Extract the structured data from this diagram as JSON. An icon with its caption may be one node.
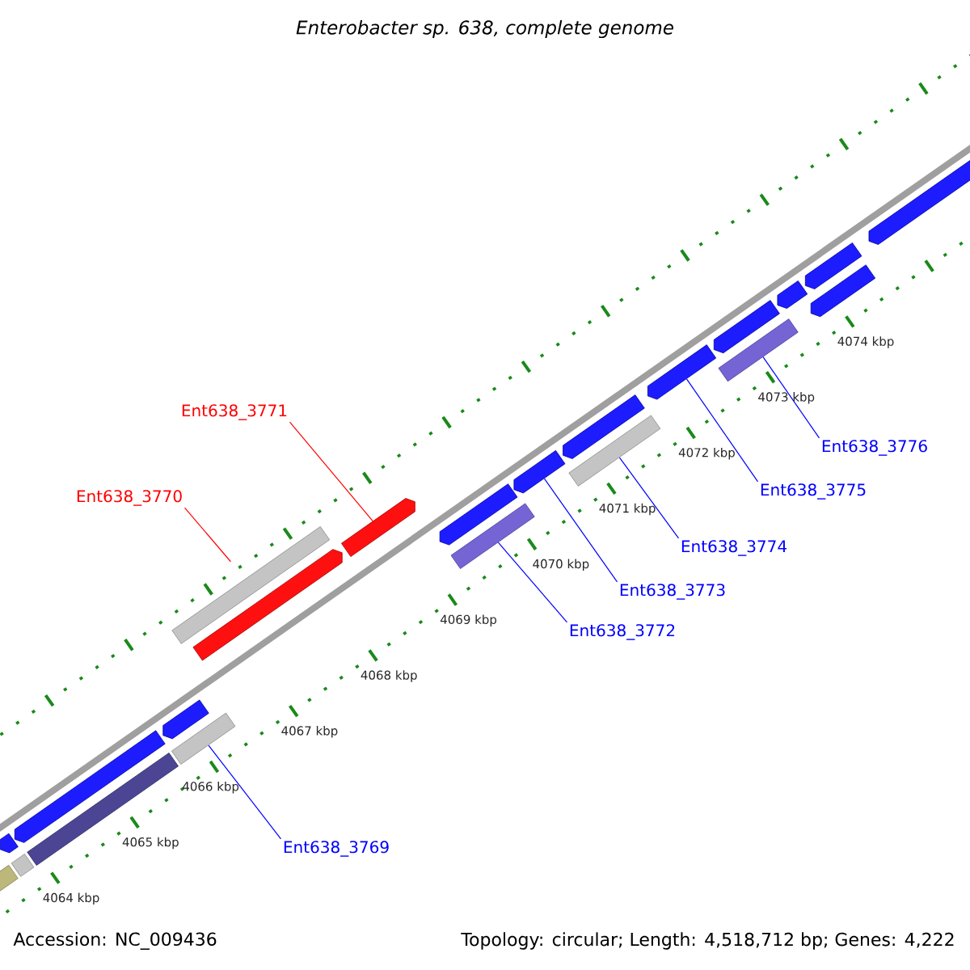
{
  "diagram": {
    "title": "Enterobacter sp. 638, complete genome",
    "nodes": [
      {
        "text": [
          "Ent638_3769"
        ]
      },
      {
        "text": [
          "Ent638_3770"
        ]
      },
      {
        "text": [
          "Ent638_3771"
        ]
      },
      {
        "text": [
          "Ent638_3772"
        ]
      },
      {
        "text": [
          "Ent638_3773"
        ]
      },
      {
        "text": [
          "Ent638_3774"
        ]
      },
      {
        "text": [
          "Ent638_3775"
        ]
      },
      {
        "text": [
          "Ent638_3776"
        ]
      },
      {
        "text": [],
        "shape": "bar"
      },
      {
        "text": [],
        "shape": "bar"
      },
      {
        "text": [],
        "shape": "bar"
      },
      {
        "text": [],
        "shape": "bar"
      },
      {
        "text": [],
        "shape": "bar"
      },
      {
        "text": [],
        "shape": "bar"
      },
      {
        "text": [],
        "shape": "bar"
      },
      {
        "text": [],
        "shape": "bar"
      },
      {
        "text": [],
        "shape": "bar"
      },
      {
        "text": [],
        "shape": "bar"
      },
      {
        "text": [],
        "shape": "bar"
      },
      {
        "text": [],
        "shape": "bar"
      },
      {
        "text": [],
        "shape": "bar"
      },
      {
        "text": [],
        "shape": "bar"
      },
      {
        "text": [],
        "shape": "bar"
      },
      {
        "text": [],
        "shape": "bar"
      },
      {
        "text": [],
        "shape": "bar"
      },
      {
        "text": [],
        "shape": "bar"
      },
      {
        "text": [],
        "shape": "bar"
      },
      {
        "text": [],
        "shape": "bar"
      },
      {
        "text": [],
        "shape": "bar"
      },
      {
        "text": [],
        "shape": "bar"
      }
    ],
    "edges": [
      {
        "from": 0,
        "to": 13,
        "arrow": "none"
      },
      {
        "from": 1,
        "to": 16,
        "arrow": "none",
        "color": "#ff0000"
      },
      {
        "from": 2,
        "to": 17,
        "arrow": "none",
        "color": "#ff0000"
      },
      {
        "from": 3,
        "to": 18,
        "arrow": "none"
      },
      {
        "from": 4,
        "to": 20,
        "arrow": "none"
      },
      {
        "from": 5,
        "to": 21,
        "arrow": "none"
      },
      {
        "from": 6,
        "to": 23,
        "arrow": "none"
      },
      {
        "from": 7,
        "to": 24,
        "arrow": "none"
      }
    ],
    "labels": [
      "4074 kbp",
      "4073 kbp",
      "4072 kbp",
      "4071 kbp",
      "4070 kbp",
      "4069 kbp",
      "4068 kbp",
      "4067 kbp",
      "4066 kbp",
      "4065 kbp",
      "4064 kbp",
      "Accession: NC_009436",
      "Topology: circular; Length: 4,518,712 bp; Genes: 4,222"
    ]
  }
}
